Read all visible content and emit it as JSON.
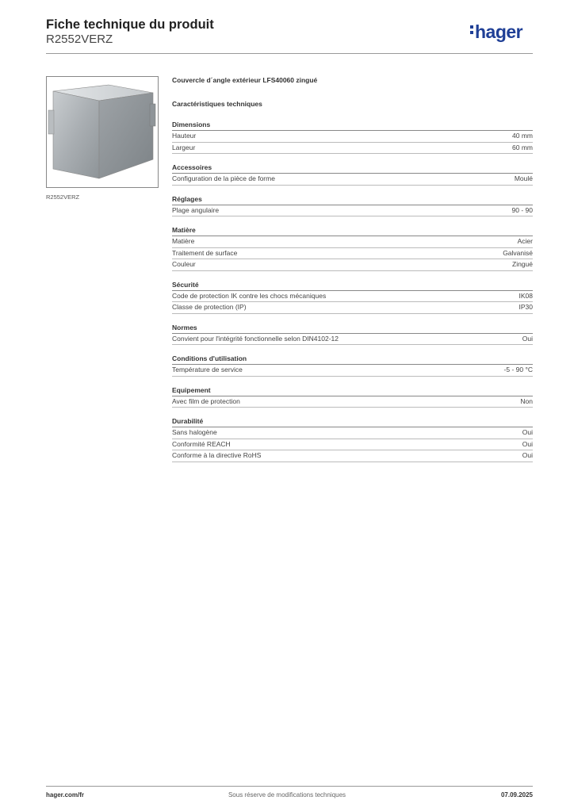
{
  "header": {
    "title": "Fiche technique du produit",
    "reference": "R2552VERZ",
    "logo_text": "hager",
    "brand_color": "#1f3f96"
  },
  "image": {
    "caption": "R2552VERZ"
  },
  "product": {
    "name": "Couvercle d´angle extérieur LFS40060 zingué",
    "section_title": "Caractéristiques techniques"
  },
  "groups": [
    {
      "title": "Dimensions",
      "rows": [
        {
          "label": "Hauteur",
          "value": "40 mm"
        },
        {
          "label": "Largeur",
          "value": "60 mm"
        }
      ]
    },
    {
      "title": "Accessoires",
      "rows": [
        {
          "label": "Configuration de la pièce de forme",
          "value": "Moulé"
        }
      ]
    },
    {
      "title": "Réglages",
      "rows": [
        {
          "label": "Plage angulaire",
          "value": "90 - 90"
        }
      ]
    },
    {
      "title": "Matière",
      "rows": [
        {
          "label": "Matière",
          "value": "Acier"
        },
        {
          "label": "Traitement de surface",
          "value": "Galvanisé"
        },
        {
          "label": "Couleur",
          "value": "Zingué"
        }
      ]
    },
    {
      "title": "Sécurité",
      "rows": [
        {
          "label": "Code de protection IK contre les chocs mécaniques",
          "value": "IK08"
        },
        {
          "label": "Classe de protection (IP)",
          "value": "IP30"
        }
      ]
    },
    {
      "title": "Normes",
      "rows": [
        {
          "label": "Convient pour l'intégrité fonctionnelle selon DIN4102-12",
          "value": "Oui"
        }
      ]
    },
    {
      "title": "Conditions d'utilisation",
      "rows": [
        {
          "label": "Température de service",
          "value": "-5 - 90 °C"
        }
      ]
    },
    {
      "title": "Equipement",
      "rows": [
        {
          "label": "Avec film de protection",
          "value": "Non"
        }
      ]
    },
    {
      "title": "Durabilité",
      "rows": [
        {
          "label": "Sans halogène",
          "value": "Oui"
        },
        {
          "label": "Conformité REACH",
          "value": "Oui"
        },
        {
          "label": "Conforme à la directive RoHS",
          "value": "Oui"
        }
      ]
    }
  ],
  "footer": {
    "website": "hager.com/fr",
    "notice": "Sous réserve de modifications techniques",
    "date": "07.09.2025"
  }
}
